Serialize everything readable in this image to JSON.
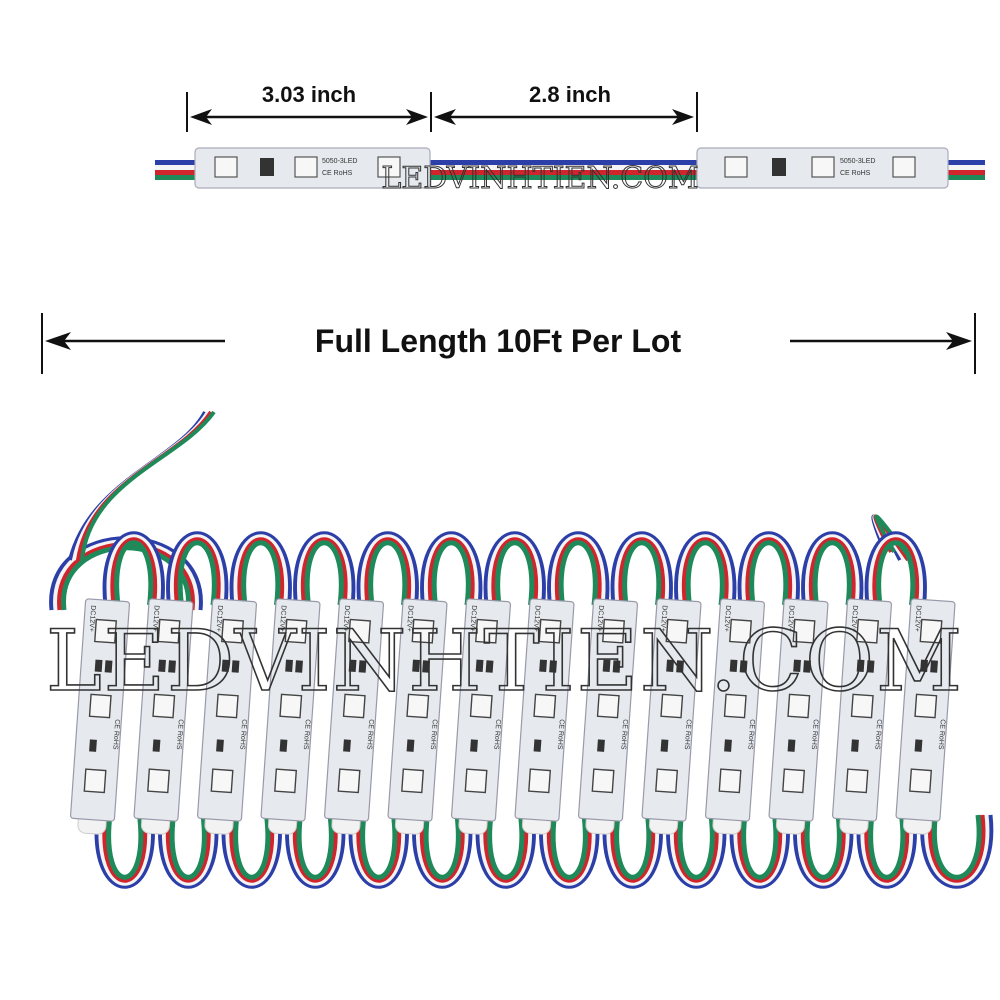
{
  "dimensions": {
    "module_length": "3.03 inch",
    "wire_spacing": "2.8 inch",
    "full_length": "Full Length 10Ft Per Lot"
  },
  "watermark": "LEDVINHTIEN.COM",
  "module_labels": {
    "model": "5050-3LED",
    "cert": "CE RoHS",
    "voltage": "DC12V+"
  },
  "module_count": 14,
  "colors": {
    "wire_blue": "#2c3fa8",
    "wire_red": "#d0252c",
    "wire_green": "#1e8a5a",
    "wire_white": "#f4f4f4",
    "pcb": "#e6eaee",
    "led": "#f7f7f7"
  }
}
